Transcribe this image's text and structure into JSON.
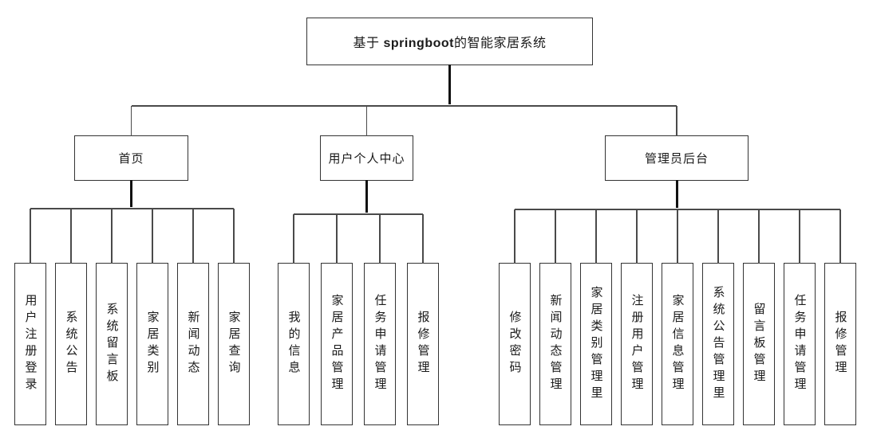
{
  "title": {
    "full": "基于 springboot的智能家居系统",
    "prefix": "基于 ",
    "bold": "springboot",
    "suffix": "的智能家居系统"
  },
  "branches": [
    {
      "label": "首页",
      "children": [
        "用户注册登录",
        "系统公告",
        "系统留言板",
        "家居类别",
        "新闻动态",
        "家居查询"
      ]
    },
    {
      "label": "用户个人中心",
      "children": [
        "我的信息",
        "家居产品管理",
        "任务申请管理",
        "报修管理"
      ]
    },
    {
      "label": "管理员后台",
      "children": [
        "修改密码",
        "新闻动态管理",
        "家居类别管理里",
        "注册用户管理",
        "家居信息管理",
        "系统公告管理里",
        "留言板管理",
        "任务申请管理",
        "报修管理"
      ]
    }
  ],
  "colors": {
    "background": "#ffffff",
    "box_fill": "#ffffff",
    "box_border": "#333333",
    "connector_thin": "#4a4a4a",
    "connector_thick": "#111111",
    "text": "#1a1a1a"
  }
}
